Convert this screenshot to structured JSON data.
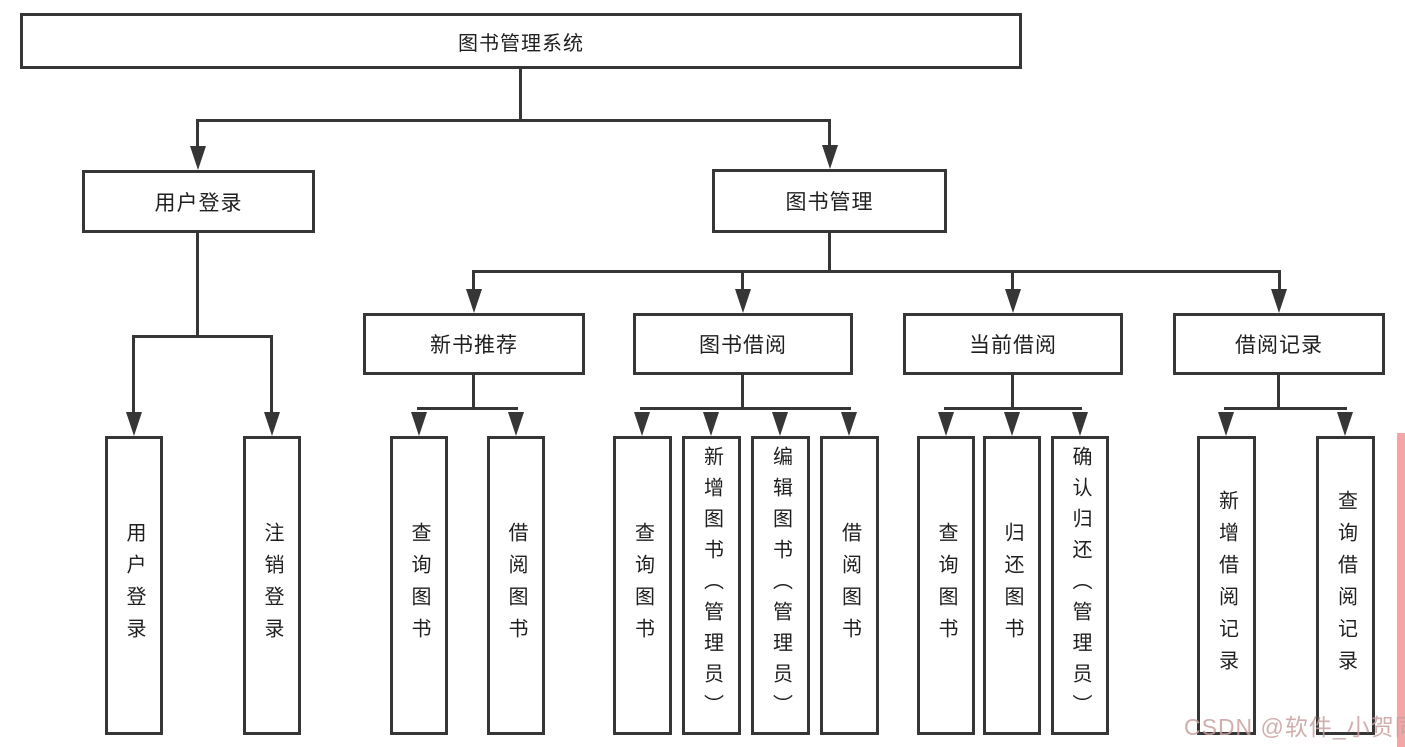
{
  "tree": {
    "label": "图书管理系统",
    "children": [
      {
        "label": "用户登录",
        "children": [
          {
            "label": "用户登录"
          },
          {
            "label": "注销登录"
          }
        ]
      },
      {
        "label": "图书管理",
        "children": [
          {
            "label": "新书推荐",
            "children": [
              {
                "label": "查询图书"
              },
              {
                "label": "借阅图书"
              }
            ]
          },
          {
            "label": "图书借阅",
            "children": [
              {
                "label": "查询图书"
              },
              {
                "label": "新增图书（管理员）"
              },
              {
                "label": "编辑图书（管理员）"
              },
              {
                "label": "借阅图书"
              }
            ]
          },
          {
            "label": "当前借阅",
            "children": [
              {
                "label": "查询图书"
              },
              {
                "label": "归还图书"
              },
              {
                "label": "确认归还（管理员）"
              }
            ]
          },
          {
            "label": "借阅记录",
            "children": [
              {
                "label": "新增借阅记录"
              },
              {
                "label": "查询借阅记录"
              }
            ]
          }
        ]
      }
    ]
  },
  "watermark": {
    "text": "CSDN @软件_小贺同学",
    "color": "#c9a0a0"
  },
  "colors": {
    "line": "#363636",
    "box_border": "#363636",
    "box_bg": "#ffffff",
    "text": "#1f1f1f",
    "right_strip": "#f2a6a6",
    "background": "#ffffff"
  }
}
